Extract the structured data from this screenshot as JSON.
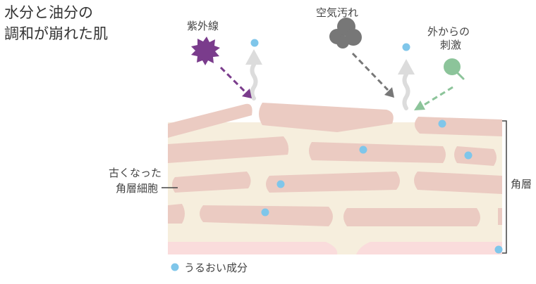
{
  "title": {
    "line1": "水分と油分の",
    "line2": "調和が崩れた肌"
  },
  "labels": {
    "uv": "紫外線",
    "air_pollution": "空気汚れ",
    "external_stimulus_line1": "外からの",
    "external_stimulus_line2": "刺激",
    "old_cells_line1": "古くなった",
    "old_cells_line2": "角層細胞",
    "stratum_corneum": "角層",
    "legend_moisture": "うるおい成分"
  },
  "colors": {
    "uv": "#7a3c8c",
    "air_pollution": "#777777",
    "external_stimulus": "#8cc49a",
    "moisture": "#7fc6ea",
    "cell": "#ebcbc2",
    "matrix": "#f6eedd",
    "basal": "#fadcdc"
  },
  "icons": {
    "uv": "starburst-icon",
    "air_pollution": "cloud-icon",
    "external_stimulus": "pin-icon",
    "moisture_escape": "wavy-up-arrow-icon"
  }
}
